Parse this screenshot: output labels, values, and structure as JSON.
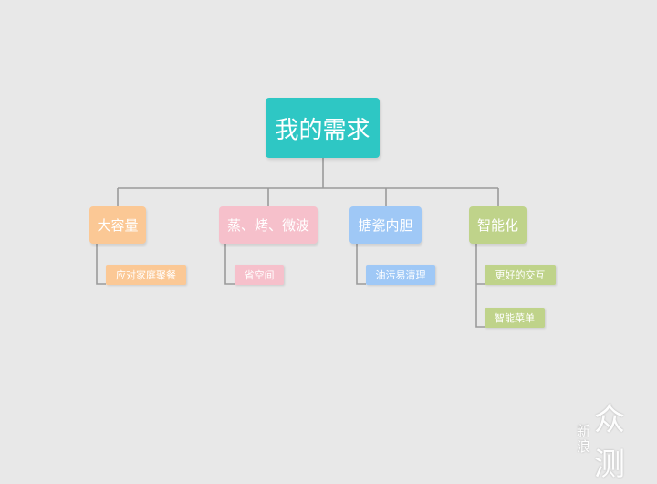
{
  "diagram": {
    "root": {
      "label": "我的需求",
      "color": "#2ec7c4"
    },
    "categories": [
      {
        "label": "大容量",
        "color": "#fbc895",
        "leaves": [
          {
            "label": "应对家庭聚餐",
            "color": "#fbc895"
          }
        ]
      },
      {
        "label": "蒸、烤、微波",
        "color": "#f6c0cb",
        "leaves": [
          {
            "label": "省空间",
            "color": "#f6c0cb"
          }
        ]
      },
      {
        "label": "搪瓷内胆",
        "color": "#9fc8f6",
        "leaves": [
          {
            "label": "油污易清理",
            "color": "#9fc8f6"
          }
        ]
      },
      {
        "label": "智能化",
        "color": "#bfd38a",
        "leaves": [
          {
            "label": "更好的交互",
            "color": "#bfd38a"
          },
          {
            "label": "智能菜单",
            "color": "#bfd38a"
          }
        ]
      }
    ],
    "line_color": "#9a9a9a"
  },
  "watermark": {
    "left_top": "新",
    "left_bottom": "浪",
    "right": "众测"
  }
}
